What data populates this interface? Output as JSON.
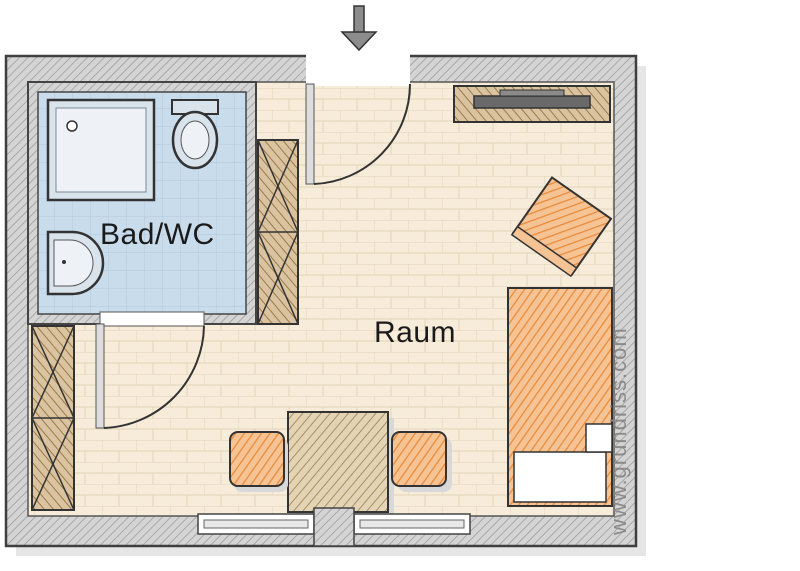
{
  "labels": {
    "bathroom": "Bad/WC",
    "main_room": "Raum",
    "watermark": "www.grundriss.com"
  },
  "colors": {
    "wall_fill": "#cfcfcf",
    "wall_stroke": "#4a4a4a",
    "floor_tiles": "#f7ecd9",
    "bath_floor": "#c7daea",
    "wood": "#a48352",
    "orange": "#f0a25a",
    "window_glass": "#e8e8e8"
  },
  "icons": {
    "entrance": "entrance-arrow-icon",
    "shower": "shower-tray-icon",
    "toilet": "toilet-icon",
    "sink": "sink-icon",
    "bed": "bed-icon",
    "armchair": "armchair-icon",
    "table": "dining-table-icon",
    "chair": "chair-icon",
    "tv": "tv-sideboard-icon"
  }
}
